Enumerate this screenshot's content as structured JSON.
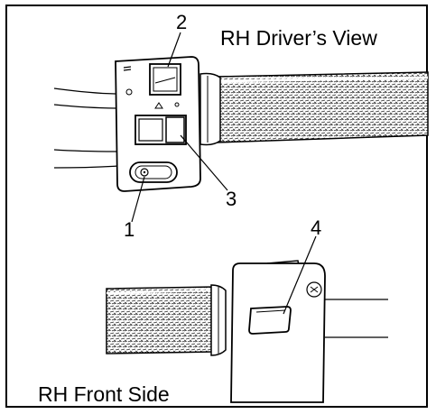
{
  "views": {
    "top_title": "RH Driver’s View",
    "bottom_title": "RH Front Side"
  },
  "callouts": {
    "c1": "1",
    "c2": "2",
    "c3": "3",
    "c4": "4"
  }
}
